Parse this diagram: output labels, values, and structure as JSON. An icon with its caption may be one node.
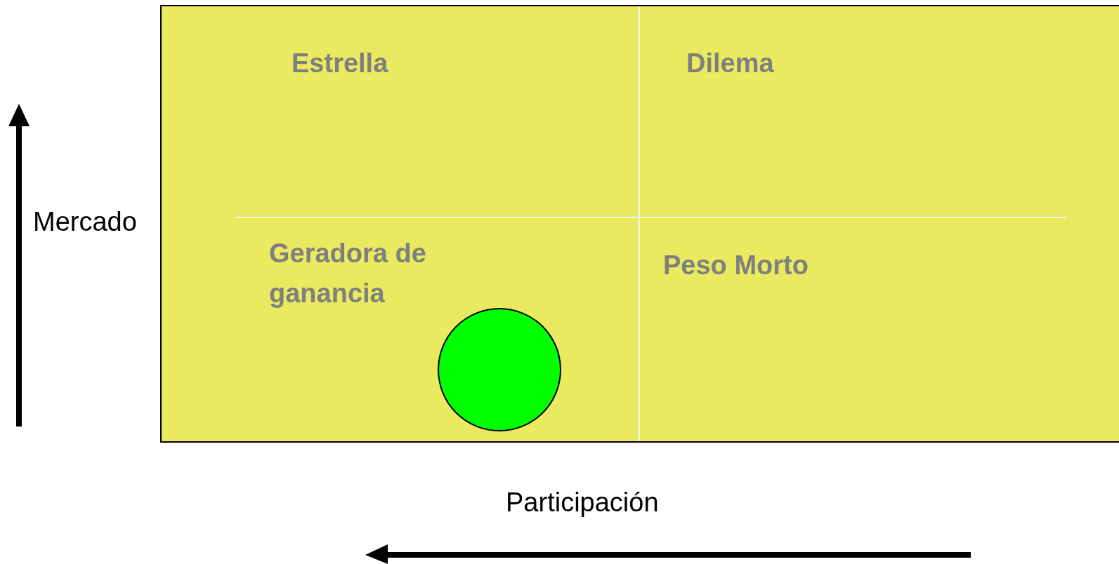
{
  "diagram": {
    "nodes": [
      {
        "text": [],
        "shape": "circle"
      }
    ],
    "labels": [
      "Estrella",
      "Dilema",
      "Mercado",
      "Geradora de ganancia",
      "Peso Morto",
      "Participación"
    ]
  }
}
